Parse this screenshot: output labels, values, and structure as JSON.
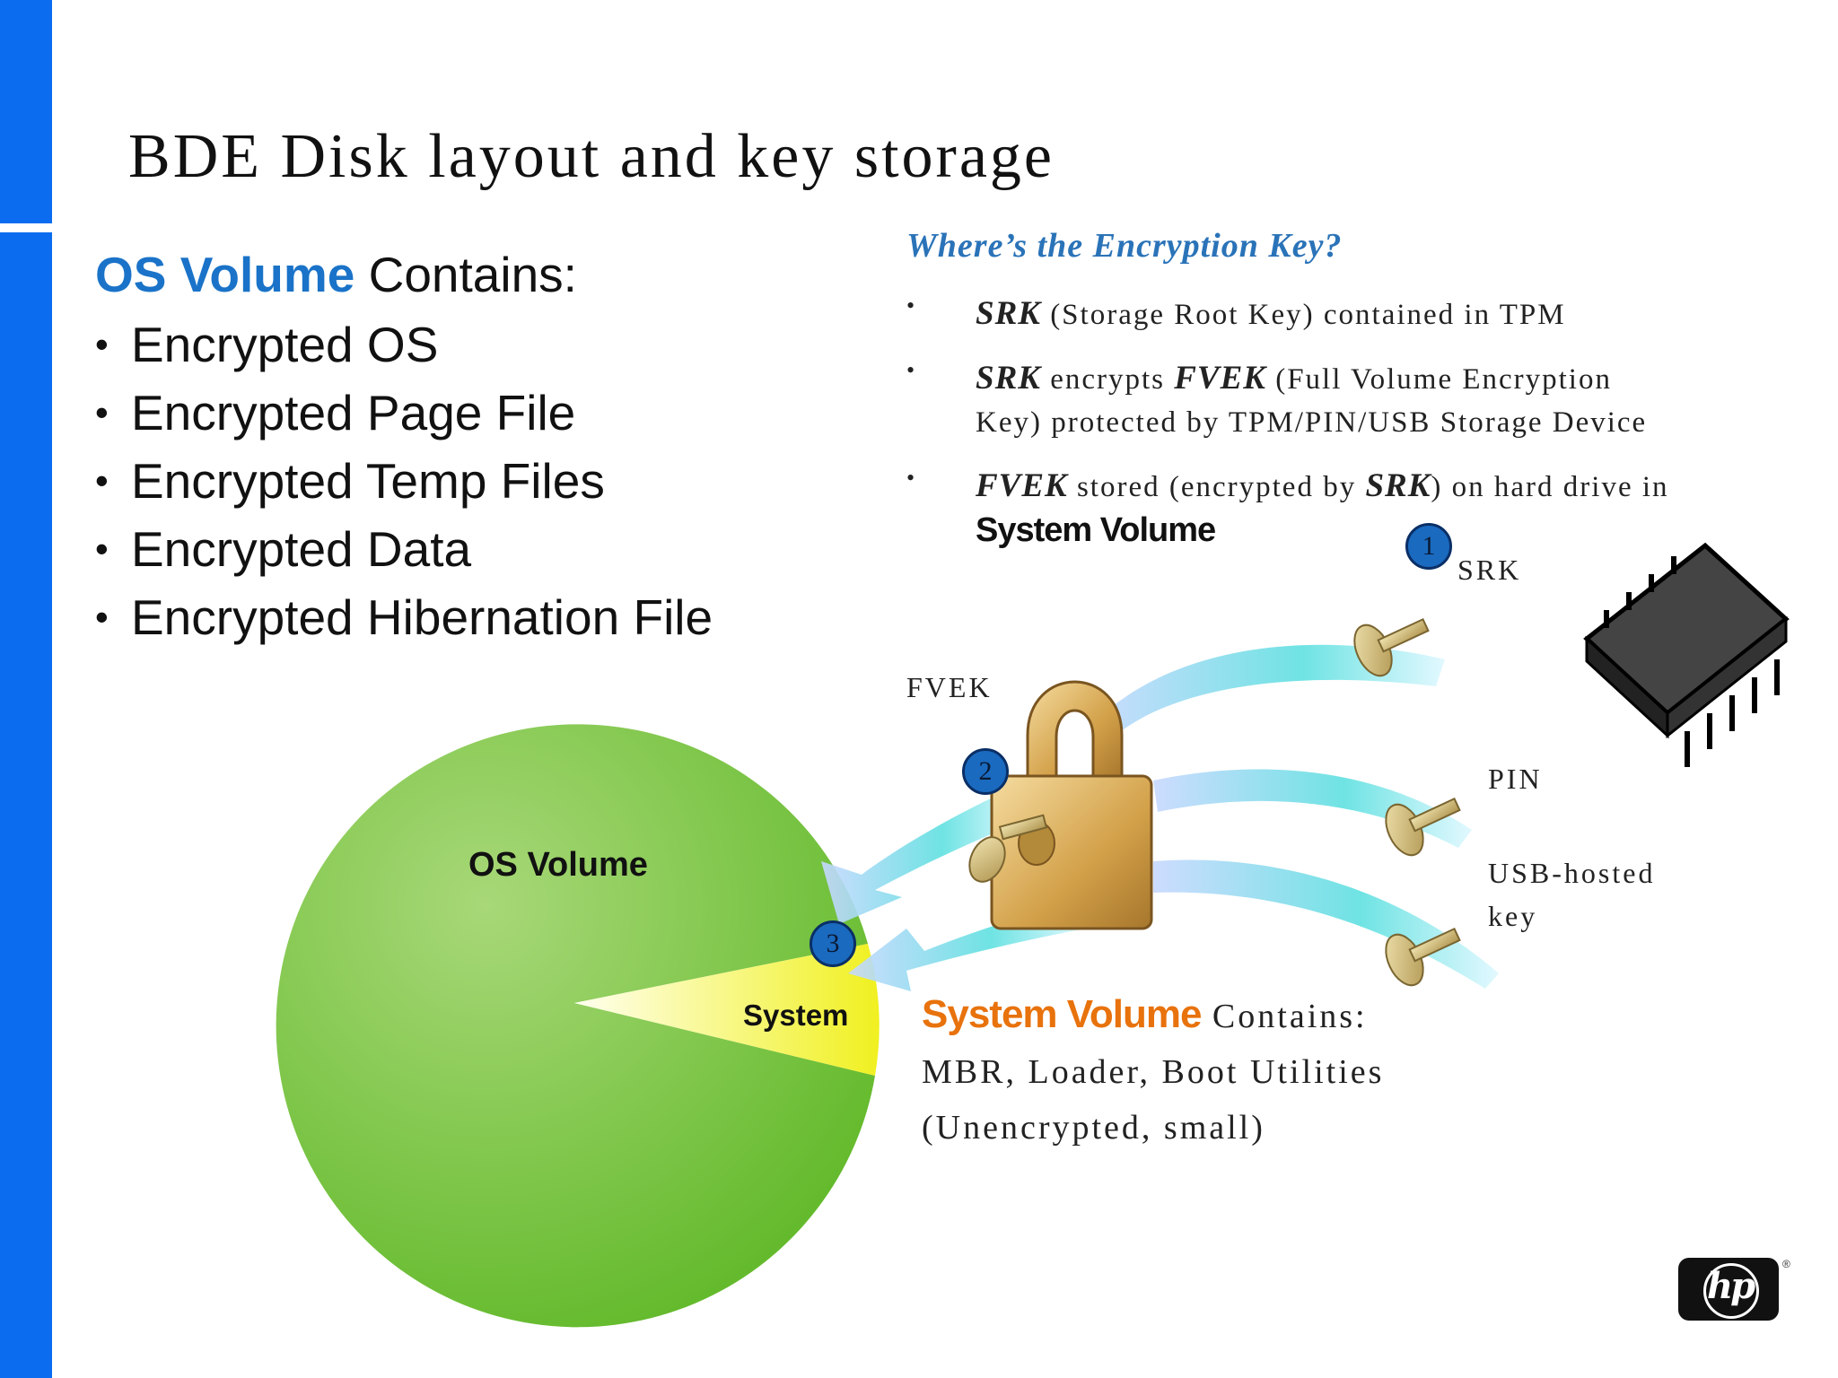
{
  "slide": {
    "title": "BDE Disk layout and key storage"
  },
  "os_volume": {
    "heading_highlight": "OS Volume",
    "heading_rest": " Contains:",
    "items": [
      "Encrypted OS",
      "Encrypted Page File",
      "Encrypted Temp Files",
      "Encrypted Data",
      "Encrypted Hibernation File"
    ]
  },
  "encryption_key": {
    "heading": "Where’s the Encryption Key?",
    "items": [
      {
        "b1": "SRK",
        "t1": " (Storage Root Key) contained in TPM"
      },
      {
        "b1": "SRK",
        "t1": " encrypts ",
        "b2": "FVEK",
        "t2": " (Full Volume Encryption",
        "line2": "Key) protected by TPM/PIN/USB Storage Device"
      },
      {
        "b1": "FVEK",
        "t1": " stored (encrypted by ",
        "b2": "SRK",
        "t2": ") on hard drive in",
        "line2": "System Volume"
      }
    ]
  },
  "diagram": {
    "pie_labels": {
      "os": "OS Volume",
      "system": "System"
    },
    "key_labels": {
      "srk": "SRK",
      "fvek": "FVEK",
      "pin": "PIN",
      "usb_line1": "USB-hosted",
      "usb_line2": "key"
    },
    "steps": [
      "1",
      "2",
      "3"
    ],
    "colors": {
      "pie_green": "#7ec83a",
      "slice_yellow": "#f3f33a",
      "arrow_cyan": "#5fe0e0",
      "lock_gold": "#d9a64a",
      "accent_blue": "#0b6cf0",
      "accent_orange": "#e8720c"
    },
    "icons": [
      "padlock-icon",
      "key-icon",
      "tpm-chip-icon",
      "hp-logo-icon"
    ]
  },
  "system_volume": {
    "heading_highlight": "System Volume",
    "heading_rest": " Contains:",
    "line2": "MBR, Loader,  Boot Utilities",
    "line3": "(Unencrypted, small)"
  },
  "logo": {
    "text": "hp",
    "reg": "®"
  }
}
